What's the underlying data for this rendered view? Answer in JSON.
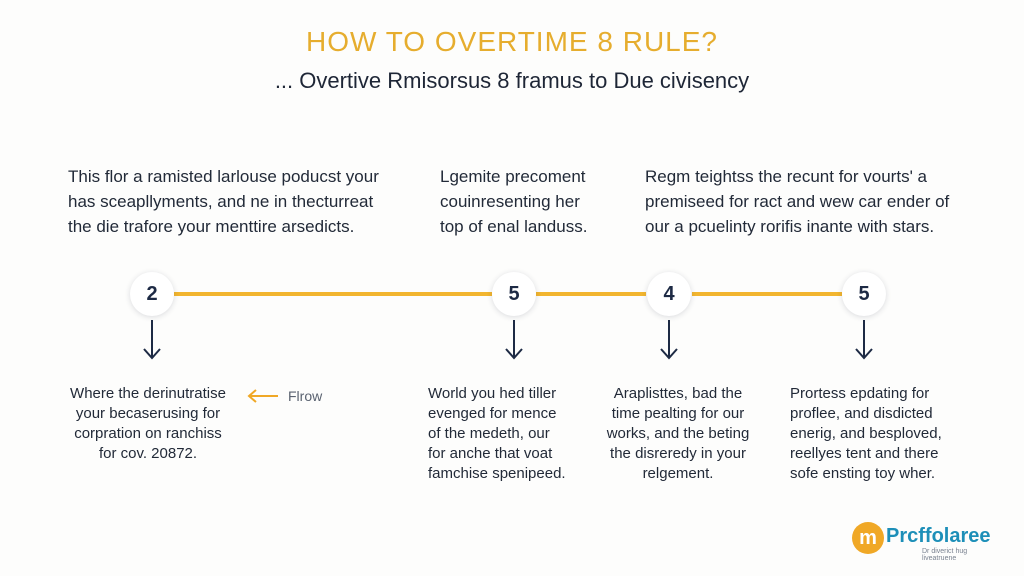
{
  "header": {
    "title": "HOW TO OVERTIME 8 RULE?",
    "subtitle": "... Overtive Rmisorsus 8 framus to Due civisency"
  },
  "top_texts": [
    "This flor a ramisted larlouse poducst your\nhas sceapllyments, and ne in thecturreat\nthe die trafore your menttire arsedicts.",
    "Lgemite precoment\ncouinresenting her\ntop of enal landuss.",
    "Regm teightss the recunt for vourts' a\npremiseed for ract and wew car ender of\nour a pcuelinty rorifis inante with stars."
  ],
  "nodes": [
    "2",
    "5",
    "4",
    "5"
  ],
  "bottom_texts": [
    "Where the derinutratise\nyour becaserusing for\ncorpration on ranchiss\nfor cov. 20872.",
    "World you hed tiller\nevenged for mence\nof the medeth, our\nfor anche that voat\nfamchise spenipeed.",
    "Araplisttes, bad the\ntime pealting for our\nworks, and the beting\nthe disreredy in your\nrelgement.",
    "Prortess epdating for\nproflee, and disdicted\nenerig, and besploved,\nreellyes tent and there\nsofe ensting toy wher."
  ],
  "side_label": "Flrow",
  "colors": {
    "accent": "#f2b52f",
    "title": "#e6ad2e",
    "text": "#1d2433",
    "logo_blue": "#1d8fb8",
    "logo_orange": "#f0a826"
  },
  "logo": {
    "mark": "m",
    "name": "Prcffolaree",
    "tagline": "Dr diverict hug liveatruene"
  }
}
